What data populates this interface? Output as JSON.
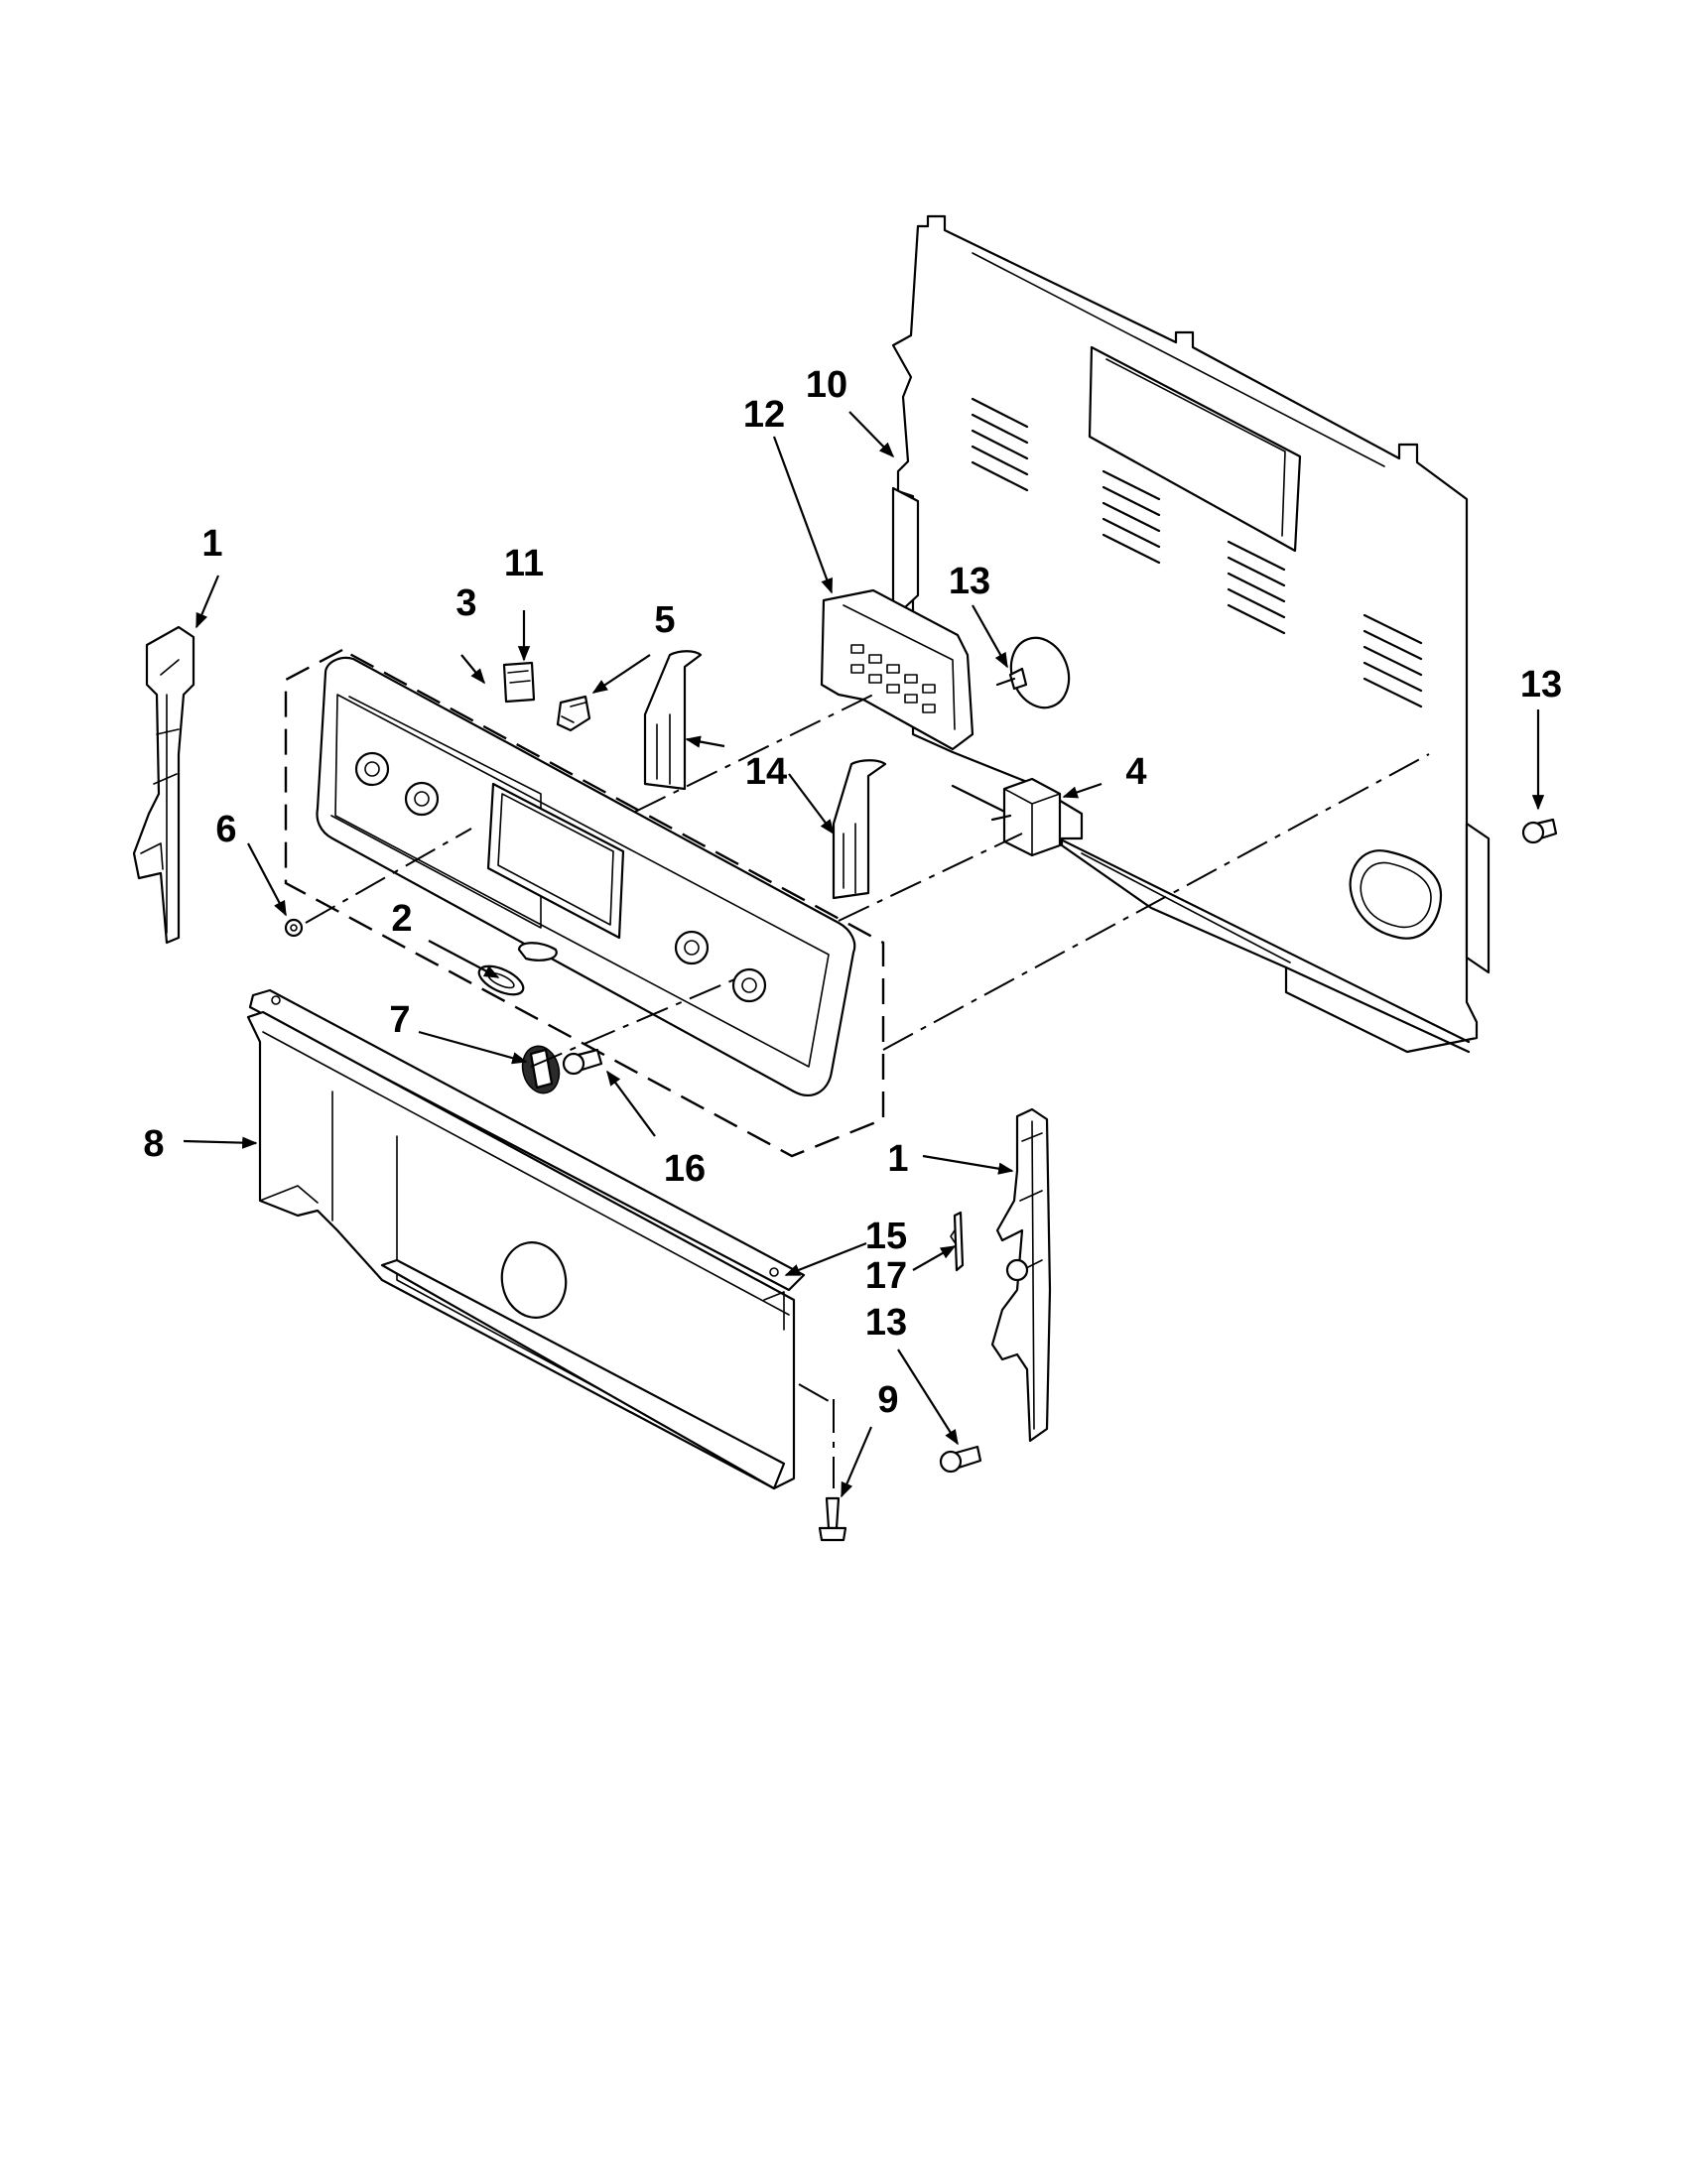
{
  "callouts": {
    "c1_left": "1",
    "c1_right": "1",
    "c2": "2",
    "c3": "3",
    "c4": "4",
    "c5": "5",
    "c6": "6",
    "c7": "7",
    "c8": "8",
    "c9": "9",
    "c10": "10",
    "c11": "11",
    "c12": "12",
    "c13_a": "13",
    "c13_b": "13",
    "c13_c": "13",
    "c14": "14",
    "c15": "15",
    "c16": "16",
    "c17": "17"
  }
}
